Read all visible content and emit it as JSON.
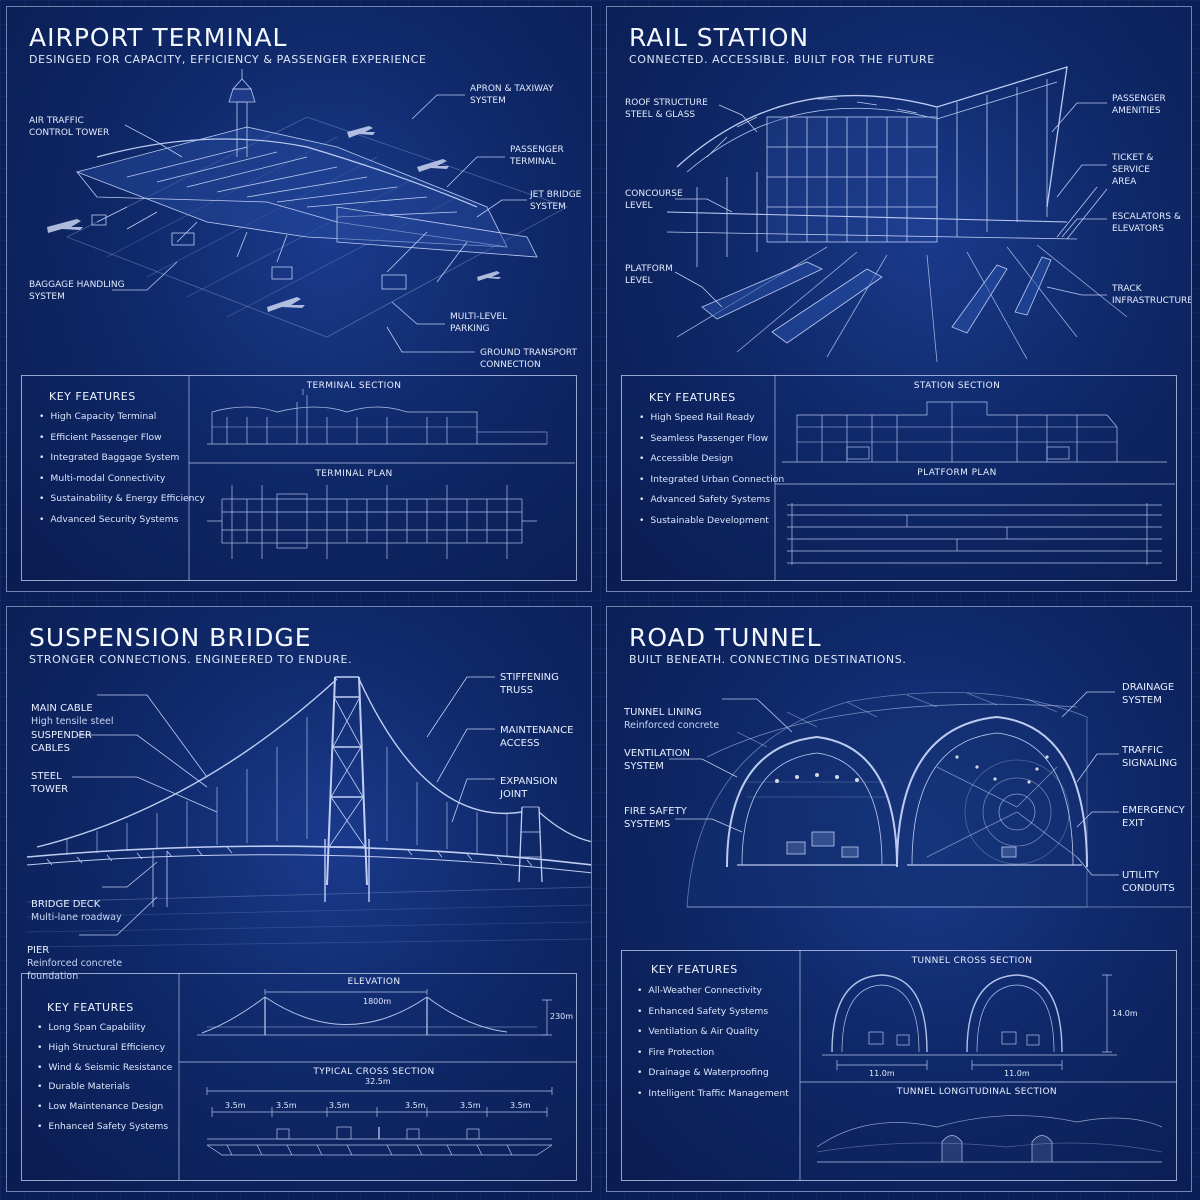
{
  "panels": {
    "airport": {
      "title": "AIRPORT TERMINAL",
      "subtitle": "DESINGED FOR CAPACITY, EFFICIENCY & PASSENGER EXPERIENCE",
      "labels": {
        "atc": "AIR TRAFFIC\nCONTROL TOWER",
        "apron": "APRON & TAXIWAY\nSYSTEM",
        "terminal": "PASSENGER\nTERMINAL",
        "jetbridge": "JET BRIDGE\nSYSTEM",
        "baggage": "BAGGAGE HANDLING\nSYSTEM",
        "parking": "MULTI-LEVEL\nPARKING",
        "ground": "GROUND TRANSPORT\nCONNECTION"
      },
      "key_features_title": "KEY FEATURES",
      "key_features": [
        "High Capacity Terminal",
        "Efficient Passenger Flow",
        "Integrated Baggage System",
        "Multi-modal Connectivity",
        "Sustainability & Energy Efficiency",
        "Advanced Security Systems"
      ],
      "section_title": "TERMINAL SECTION",
      "plan_title": "TERMINAL PLAN"
    },
    "rail": {
      "title": "RAIL STATION",
      "subtitle": "CONNECTED. ACCESSIBLE. BUILT FOR THE FUTURE",
      "labels": {
        "roof": "ROOF STRUCTURE\nSTEEL & GLASS",
        "concourse": "CONCOURSE\nLEVEL",
        "platform": "PLATFORM\nLEVEL",
        "amenities": "PASSENGER\nAMENITIES",
        "ticket": "TICKET & SERVICE\nAREA",
        "escalators": "ESCALATORS &\nELEVATORS",
        "track": "TRACK\nINFRASTRUCTURE"
      },
      "key_features_title": "KEY FEATURES",
      "key_features": [
        "High Speed Rail Ready",
        "Seamless Passenger Flow",
        "Accessible Design",
        "Integrated Urban Connection",
        "Advanced Safety Systems",
        "Sustainable Development"
      ],
      "section_title": "STATION SECTION",
      "plan_title": "PLATFORM PLAN"
    },
    "bridge": {
      "title": "SUSPENSION BRIDGE",
      "subtitle": "STRONGER CONNECTIONS. ENGINEERED TO ENDURE.",
      "labels": {
        "cable": "MAIN CABLE",
        "cable_sub": "High tensile steel",
        "suspender": "SUSPENDER\nCABLES",
        "tower": "STEEL\nTOWER",
        "deck": "BRIDGE DECK",
        "deck_sub": "Multi-lane roadway",
        "pier": "PIER",
        "pier_sub": "Reinforced concrete\nfoundation",
        "truss": "STIFFENING\nTRUSS",
        "maintenance": "MAINTENANCE\nACCESS",
        "expansion": "EXPANSION\nJOINT"
      },
      "key_features_title": "KEY FEATURES",
      "key_features": [
        "Long Span Capability",
        "High Structural Efficiency",
        "Wind & Seismic Resistance",
        "Durable Materials",
        "Low Maintenance Design",
        "Enhanced Safety Systems"
      ],
      "elevation_title": "ELEVATION",
      "span": "1800m",
      "height": "230m",
      "cross_title": "TYPICAL CROSS SECTION",
      "cross_width": "32.5m",
      "lanes": [
        "3.5m",
        "3.5m",
        "3.5m",
        "3.5m",
        "3.5m",
        "3.5m"
      ]
    },
    "tunnel": {
      "title": "ROAD TUNNEL",
      "subtitle": "BUILT BENEATH. CONNECTING DESTINATIONS.",
      "labels": {
        "lining": "TUNNEL LINING",
        "lining_sub": "Reinforced concrete",
        "ventilation": "VENTILATION\nSYSTEM",
        "fire": "FIRE SAFETY\nSYSTEMS",
        "drainage": "DRAINAGE\nSYSTEM",
        "traffic": "TRAFFIC\nSIGNALING",
        "emergency": "EMERGENCY\nEXIT",
        "utility": "UTILITY\nCONDUITS"
      },
      "key_features_title": "KEY FEATURES",
      "key_features": [
        "All-Weather Connectivity",
        "Enhanced Safety Systems",
        "Ventilation & Air Quality",
        "Fire Protection",
        "Drainage & Waterproofing",
        "Intelligent Traffic Management"
      ],
      "cross_title": "TUNNEL CROSS SECTION",
      "height": "14.0m",
      "width_left": "11.0m",
      "width_right": "11.0m",
      "long_title": "TUNNEL LONGITUDINAL SECTION"
    }
  },
  "colors": {
    "background": "#0b1f57",
    "line": "#cfdcff",
    "accent": "#ffffff"
  }
}
